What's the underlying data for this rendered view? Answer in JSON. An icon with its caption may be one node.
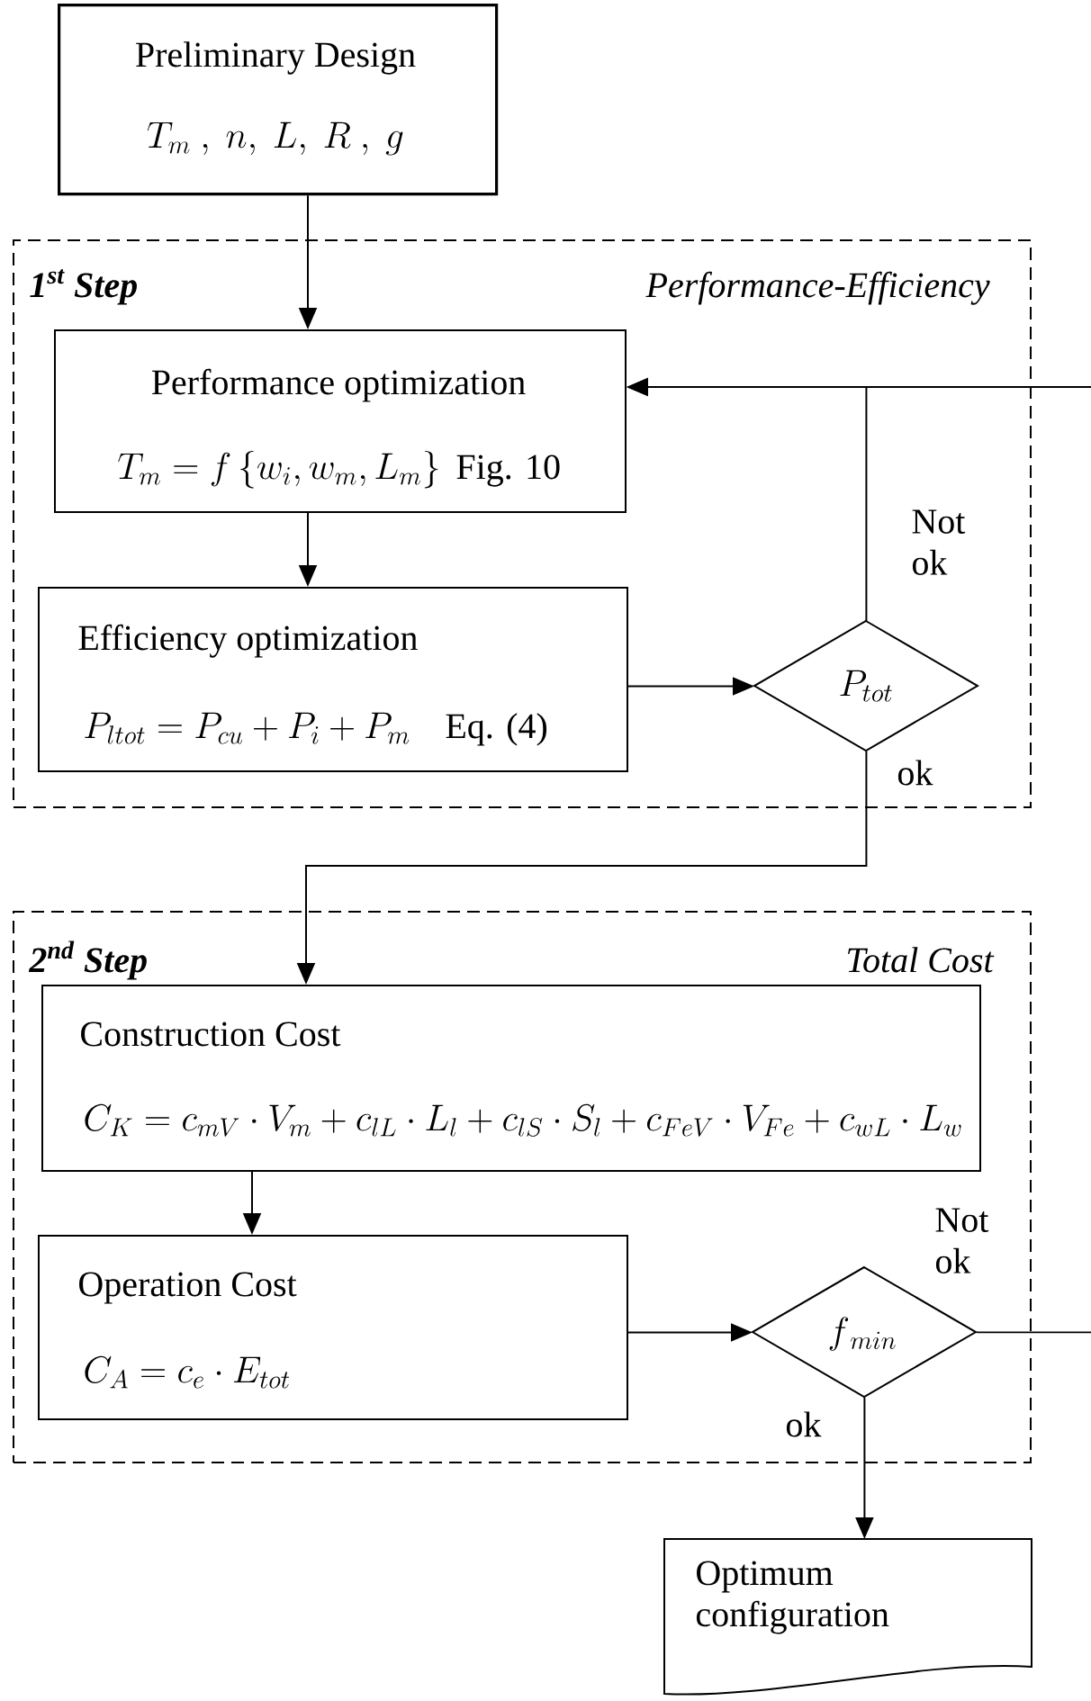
{
  "diagram": {
    "nodes": [
      {
        "text": [
          "Preliminary Design",
          "T_m\\ ,\\ n,\\ L,\\ R\\ ,\\ g"
        ]
      },
      {
        "text": [
          "1$^{st}$ Step",
          "Performance-Efficiency"
        ]
      },
      {
        "text": [
          "Performance optimization",
          "T_m = f\\left\\{w_i, w_m, L_m\\right\\}",
          "Fig. 10"
        ],
        "in": 1
      },
      {
        "text": [
          "Efficiency optimization",
          "P_{ltot} = P_{cu} + P_i + P_m",
          "Eq. (4)"
        ],
        "in": 1
      },
      {
        "text": [
          "P_{tot}"
        ],
        "in": 1
      },
      {
        "text": [
          "2$^{nd}$ Step",
          "Total Cost"
        ]
      },
      {
        "text": [
          "Construction Cost",
          "C_K = c_{mV} \\cdot V_m + c_{lL} \\cdot L_l + c_{lS} \\cdot S_l + c_{FeV} \\cdot V_{Fe} + c_{wL} \\cdot L_w"
        ],
        "in": 5
      },
      {
        "text": [
          "Operation Cost",
          "C_A = c_e \\cdot E_{tot}"
        ],
        "in": 5
      },
      {
        "text": [
          "f_{\\,min}"
        ],
        "in": 5
      },
      {
        "text": [
          "Optimum configuration"
        ]
      }
    ],
    "edges": [
      {
        "from": 0,
        "to": 2,
        "arrow": "to"
      },
      {
        "from": 2,
        "to": 3,
        "arrow": "to"
      },
      {
        "from": 3,
        "to": 4,
        "arrow": "to"
      },
      {
        "from": 4,
        "to": 2,
        "arrow": "to",
        "label": "Not ok"
      },
      {
        "from": null,
        "to": 2,
        "arrow": "to"
      },
      {
        "from": 4,
        "to": 6,
        "arrow": "to",
        "label": "ok"
      },
      {
        "from": 6,
        "to": 7,
        "arrow": "to"
      },
      {
        "from": 7,
        "to": 8,
        "arrow": "to"
      },
      {
        "from": 8,
        "to": null,
        "arrow": "none",
        "label": "Not ok"
      },
      {
        "from": 8,
        "to": 9,
        "arrow": "to",
        "label": "ok"
      }
    ]
  }
}
